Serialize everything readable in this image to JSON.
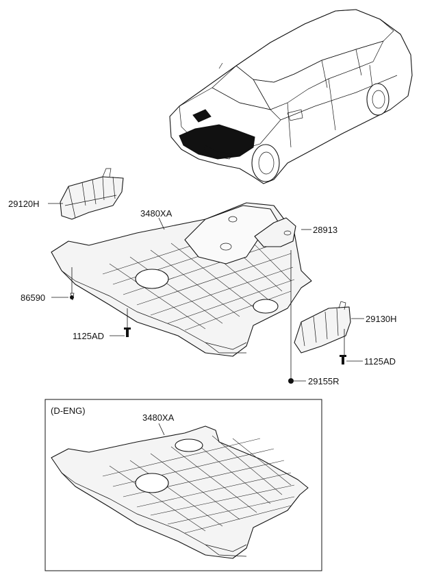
{
  "labels": {
    "p29120H": "29120H",
    "p3480XA": "3480XA",
    "p28913": "28913",
    "p86590": "86590",
    "p1125AD_left": "1125AD",
    "p29130H": "29130H",
    "p1125AD_right": "1125AD",
    "p29155R": "29155R"
  },
  "inset": {
    "title": "(D-ENG)",
    "p3480XA": "3480XA"
  }
}
